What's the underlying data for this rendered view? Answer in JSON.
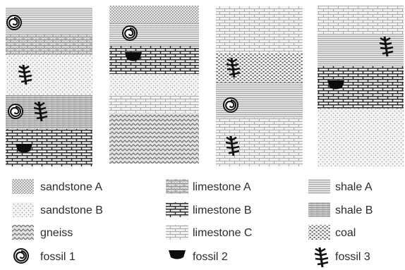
{
  "legend": {
    "sandstone_a": "sandstone A",
    "sandstone_b": "sandstone B",
    "gneiss": "gneiss",
    "fossil_1": "fossil 1",
    "limestone_a": "limestone A",
    "limestone_b": "limestone B",
    "limestone_c": "limestone C",
    "fossil_2": "fossil 2",
    "shale_a": "shale A",
    "shale_b": "shale B",
    "coal": "coal",
    "fossil_3": "fossil 3"
  },
  "columns": [
    {
      "layers": [
        "shale A",
        "limestone A",
        "sandstone B",
        "shale B",
        "limestone B"
      ],
      "fossils": [
        "fossil 1",
        "fossil 3",
        "fossil 1",
        "fossil 3",
        "fossil 2"
      ]
    },
    {
      "layers": [
        "sandstone A",
        "shale A",
        "limestone B",
        "sandstone B",
        "limestone C",
        "gneiss"
      ],
      "fossils": [
        "fossil 1",
        "fossil 2"
      ]
    },
    {
      "layers": [
        "limestone C",
        "coal",
        "shale A",
        "limestone C"
      ],
      "fossils": [
        "fossil 3",
        "fossil 1",
        "fossil 3"
      ]
    },
    {
      "layers": [
        "limestone C",
        "shale A",
        "limestone B",
        "sandstone B"
      ],
      "fossils": [
        "fossil 3",
        "fossil 2"
      ]
    }
  ]
}
